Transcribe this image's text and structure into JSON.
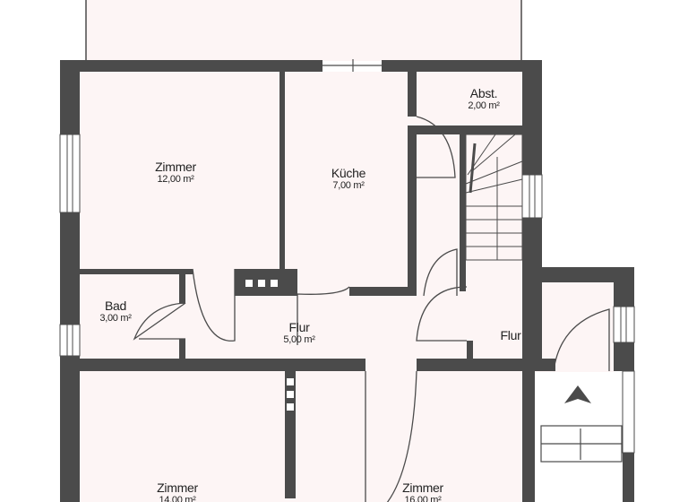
{
  "colors": {
    "wall": "#4b4b4b",
    "floor": "#fdf5f5",
    "background": "#ffffff"
  },
  "rooms": [
    {
      "name": "Zimmer",
      "area": "12,00 m²"
    },
    {
      "name": "Küche",
      "area": "7,00 m²"
    },
    {
      "name": "Abst.",
      "area": "2,00 m²"
    },
    {
      "name": "Bad",
      "area": "3,00 m²"
    },
    {
      "name": "Flur",
      "area": "5,00 m²"
    },
    {
      "name": "Flur",
      "area": ""
    },
    {
      "name": "Zimmer",
      "area": "14,00 m²"
    },
    {
      "name": "Zimmer",
      "area": "16,00 m²"
    }
  ],
  "icons": {
    "entrance": "entrance-arrow-icon",
    "stairs": "staircase-icon"
  }
}
